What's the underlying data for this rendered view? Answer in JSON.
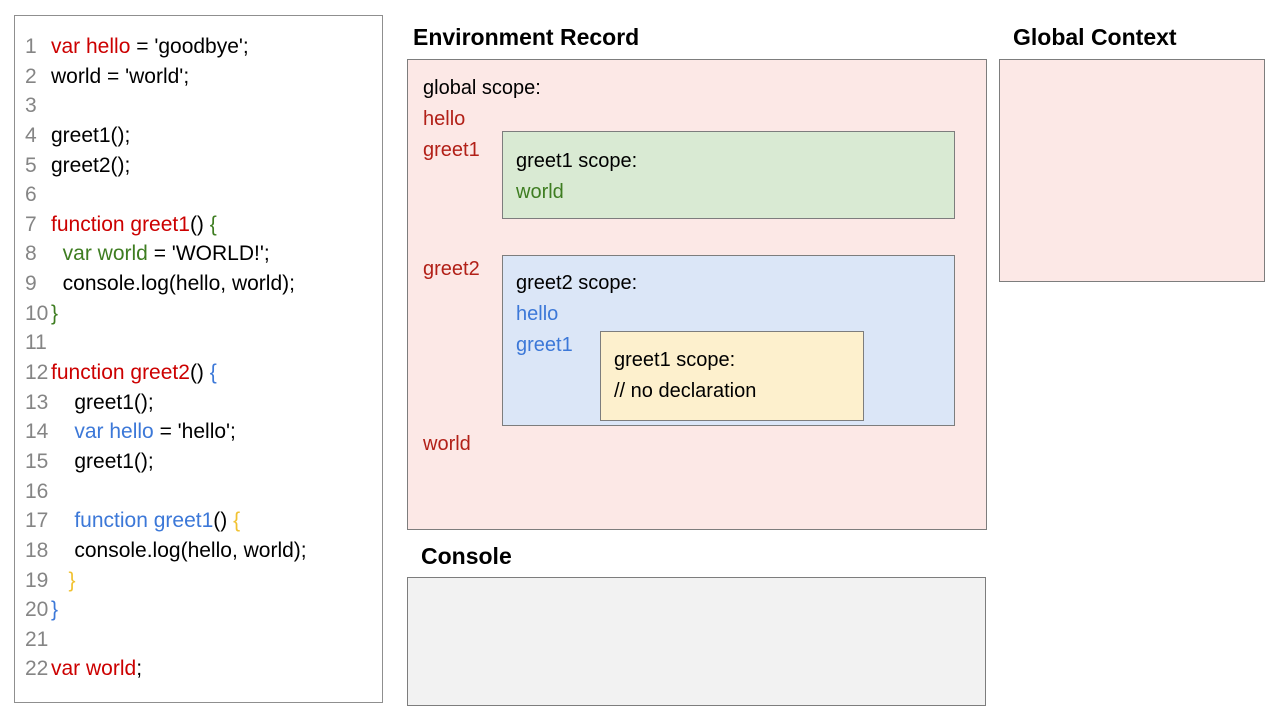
{
  "colors": {
    "black": "#000000",
    "red": "#cc0000",
    "green": "#3e7d21",
    "blue": "#3c78d8",
    "gold": "#f1c232",
    "env_red": "#b22018",
    "line_number_gray": "#858585",
    "env_pink_bg": "#fce8e6",
    "greet1_green_bg": "#d9ead3",
    "greet2_blue_bg": "#dbe6f7",
    "inner_yellow_bg": "#fdf0cd",
    "console_gray_bg": "#f2f2f2",
    "box_border": "#7d7d7d"
  },
  "code_panel": {
    "lines": [
      {
        "num": "1",
        "segments": [
          {
            "text": "var hello",
            "color": "red"
          },
          {
            "text": " = 'goodbye';",
            "color": "black"
          }
        ]
      },
      {
        "num": "2",
        "segments": [
          {
            "text": "world = 'world';",
            "color": "black"
          }
        ]
      },
      {
        "num": "3",
        "segments": []
      },
      {
        "num": "4",
        "segments": [
          {
            "text": "greet1();",
            "color": "black"
          }
        ]
      },
      {
        "num": "5",
        "segments": [
          {
            "text": "greet2();",
            "color": "black"
          }
        ]
      },
      {
        "num": "6",
        "segments": []
      },
      {
        "num": "7",
        "segments": [
          {
            "text": "function greet1",
            "color": "red"
          },
          {
            "text": "() ",
            "color": "black"
          },
          {
            "text": "{",
            "color": "green"
          }
        ]
      },
      {
        "num": "8",
        "segments": [
          {
            "text": "  ",
            "color": "black"
          },
          {
            "text": "var world",
            "color": "green"
          },
          {
            "text": " = 'WORLD!';",
            "color": "black"
          }
        ]
      },
      {
        "num": "9",
        "segments": [
          {
            "text": "  console.log(hello, world);",
            "color": "black"
          }
        ]
      },
      {
        "num": "10",
        "segments": [
          {
            "text": "}",
            "color": "green"
          }
        ]
      },
      {
        "num": "11",
        "segments": []
      },
      {
        "num": "12",
        "segments": [
          {
            "text": "function greet2",
            "color": "red"
          },
          {
            "text": "() ",
            "color": "black"
          },
          {
            "text": "{",
            "color": "blue"
          }
        ]
      },
      {
        "num": "13",
        "segments": [
          {
            "text": "    greet1();",
            "color": "black"
          }
        ]
      },
      {
        "num": "14",
        "segments": [
          {
            "text": "    ",
            "color": "black"
          },
          {
            "text": "var hello",
            "color": "blue"
          },
          {
            "text": " = 'hello';",
            "color": "black"
          }
        ]
      },
      {
        "num": "15",
        "segments": [
          {
            "text": "    greet1();",
            "color": "black"
          }
        ]
      },
      {
        "num": "16",
        "segments": []
      },
      {
        "num": "17",
        "segments": [
          {
            "text": "    ",
            "color": "black"
          },
          {
            "text": "function greet1",
            "color": "blue"
          },
          {
            "text": "() ",
            "color": "black"
          },
          {
            "text": "{",
            "color": "gold"
          }
        ]
      },
      {
        "num": "18",
        "segments": [
          {
            "text": "    console.log(hello, world);",
            "color": "black"
          }
        ]
      },
      {
        "num": "19",
        "segments": [
          {
            "text": "   ",
            "color": "black"
          },
          {
            "text": "}",
            "color": "gold"
          }
        ]
      },
      {
        "num": "20",
        "segments": [
          {
            "text": "}",
            "color": "blue"
          }
        ]
      },
      {
        "num": "21",
        "segments": []
      },
      {
        "num": "22",
        "segments": [
          {
            "text": "var world",
            "color": "red"
          },
          {
            "text": ";",
            "color": "black"
          }
        ]
      }
    ]
  },
  "environment_record": {
    "title": "Environment Record",
    "global_scope": {
      "label": "global scope:",
      "items": [
        "hello",
        "greet1",
        "greet2",
        "world"
      ]
    },
    "greet1_scope": {
      "label": "greet1 scope:",
      "items": [
        "world"
      ]
    },
    "greet2_scope": {
      "label": "greet2 scope:",
      "items": [
        "hello",
        "greet1"
      ]
    },
    "inner_greet1_scope": {
      "label": "greet1 scope:",
      "comment": "// no declaration"
    }
  },
  "global_context": {
    "title": "Global Context"
  },
  "console_panel": {
    "title": "Console"
  }
}
